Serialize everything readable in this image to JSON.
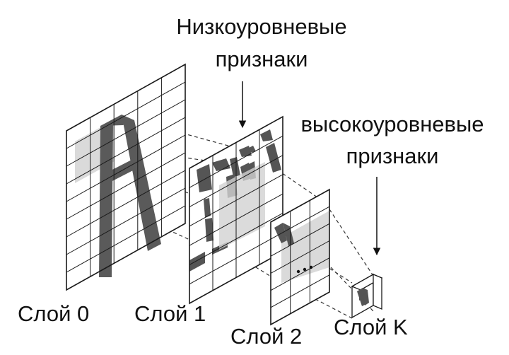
{
  "labels": {
    "low_level_line1": "Низкоуровневые",
    "low_level_line2": "признаки",
    "high_level_line1": "высокоуровневые",
    "high_level_line2": "признаки",
    "layer0": "Слой 0",
    "layer1": "Слой 1",
    "layer2": "Слой 2",
    "layerK": "Слой K"
  },
  "layers": [
    {
      "id": "layer-0",
      "grid_cols": 5,
      "grid_rows": 9
    },
    {
      "id": "layer-1",
      "grid_cols": 4,
      "grid_rows": 7
    },
    {
      "id": "layer-2",
      "grid_cols": 3,
      "grid_rows": 6
    },
    {
      "id": "layer-k",
      "grid_cols": 1,
      "grid_rows": 1
    }
  ],
  "dots": "...",
  "colors": {
    "grid": "#1a1a1a",
    "stroke_dark": "#555555",
    "highlight": "#d4d4d4",
    "dashed": "#333333",
    "text": "#111111"
  }
}
